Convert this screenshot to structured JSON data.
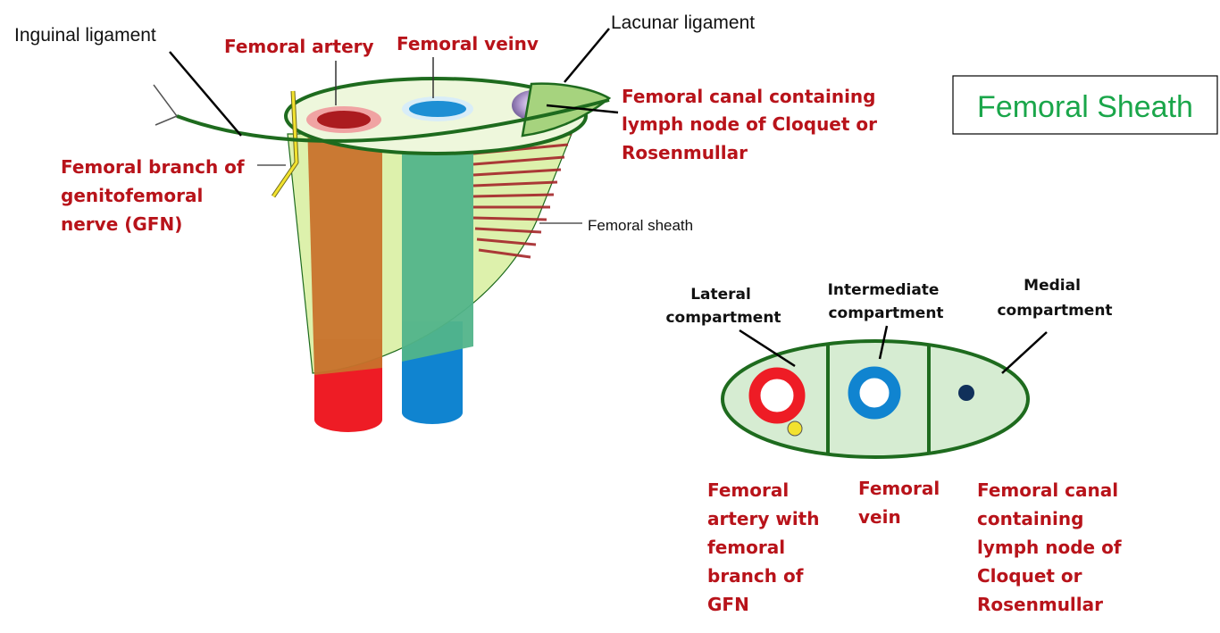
{
  "title": "Femoral Sheath",
  "colors": {
    "sheath_green": "#1e6b1e",
    "sheath_fill": "#d7ee9e",
    "artery_red": "#ee1c25",
    "artery_orange": "#c8722c",
    "vein_blue": "#1084d0",
    "vein_green": "#52b48a",
    "label_red": "#b8131a",
    "title_green": "#1aa64a",
    "compartment_fill": "#d6ecd2",
    "node_purple": "#a58bc2",
    "nerve_yellow": "#f2e22e",
    "medial_dot": "#10305a"
  },
  "labels_3d": {
    "inguinal_ligament": "Inguinal ligament",
    "femoral_artery": "Femoral artery",
    "femoral_vein": "Femoral veinv",
    "lacunar_ligament": "Lacunar ligament",
    "femoral_canal": [
      "Femoral canal containing",
      "lymph node of Cloquet or",
      "Rosenmullar"
    ],
    "gfn_branch": [
      "Femoral branch of",
      "genitofemoral",
      "nerve (GFN)"
    ],
    "femoral_sheath": "Femoral sheath"
  },
  "labels_cross_section": {
    "lateral": [
      "Lateral",
      "compartment"
    ],
    "intermediate": [
      "Intermediate",
      "compartment"
    ],
    "medial": [
      "Medial",
      "compartment"
    ],
    "artery_caption": [
      "Femoral",
      "artery with",
      "femoral",
      "branch of",
      "GFN"
    ],
    "vein_caption": [
      "Femoral",
      "vein"
    ],
    "canal_caption": [
      "Femoral canal",
      "containing",
      "lymph node of",
      "Cloquet or",
      "Rosenmullar"
    ]
  }
}
